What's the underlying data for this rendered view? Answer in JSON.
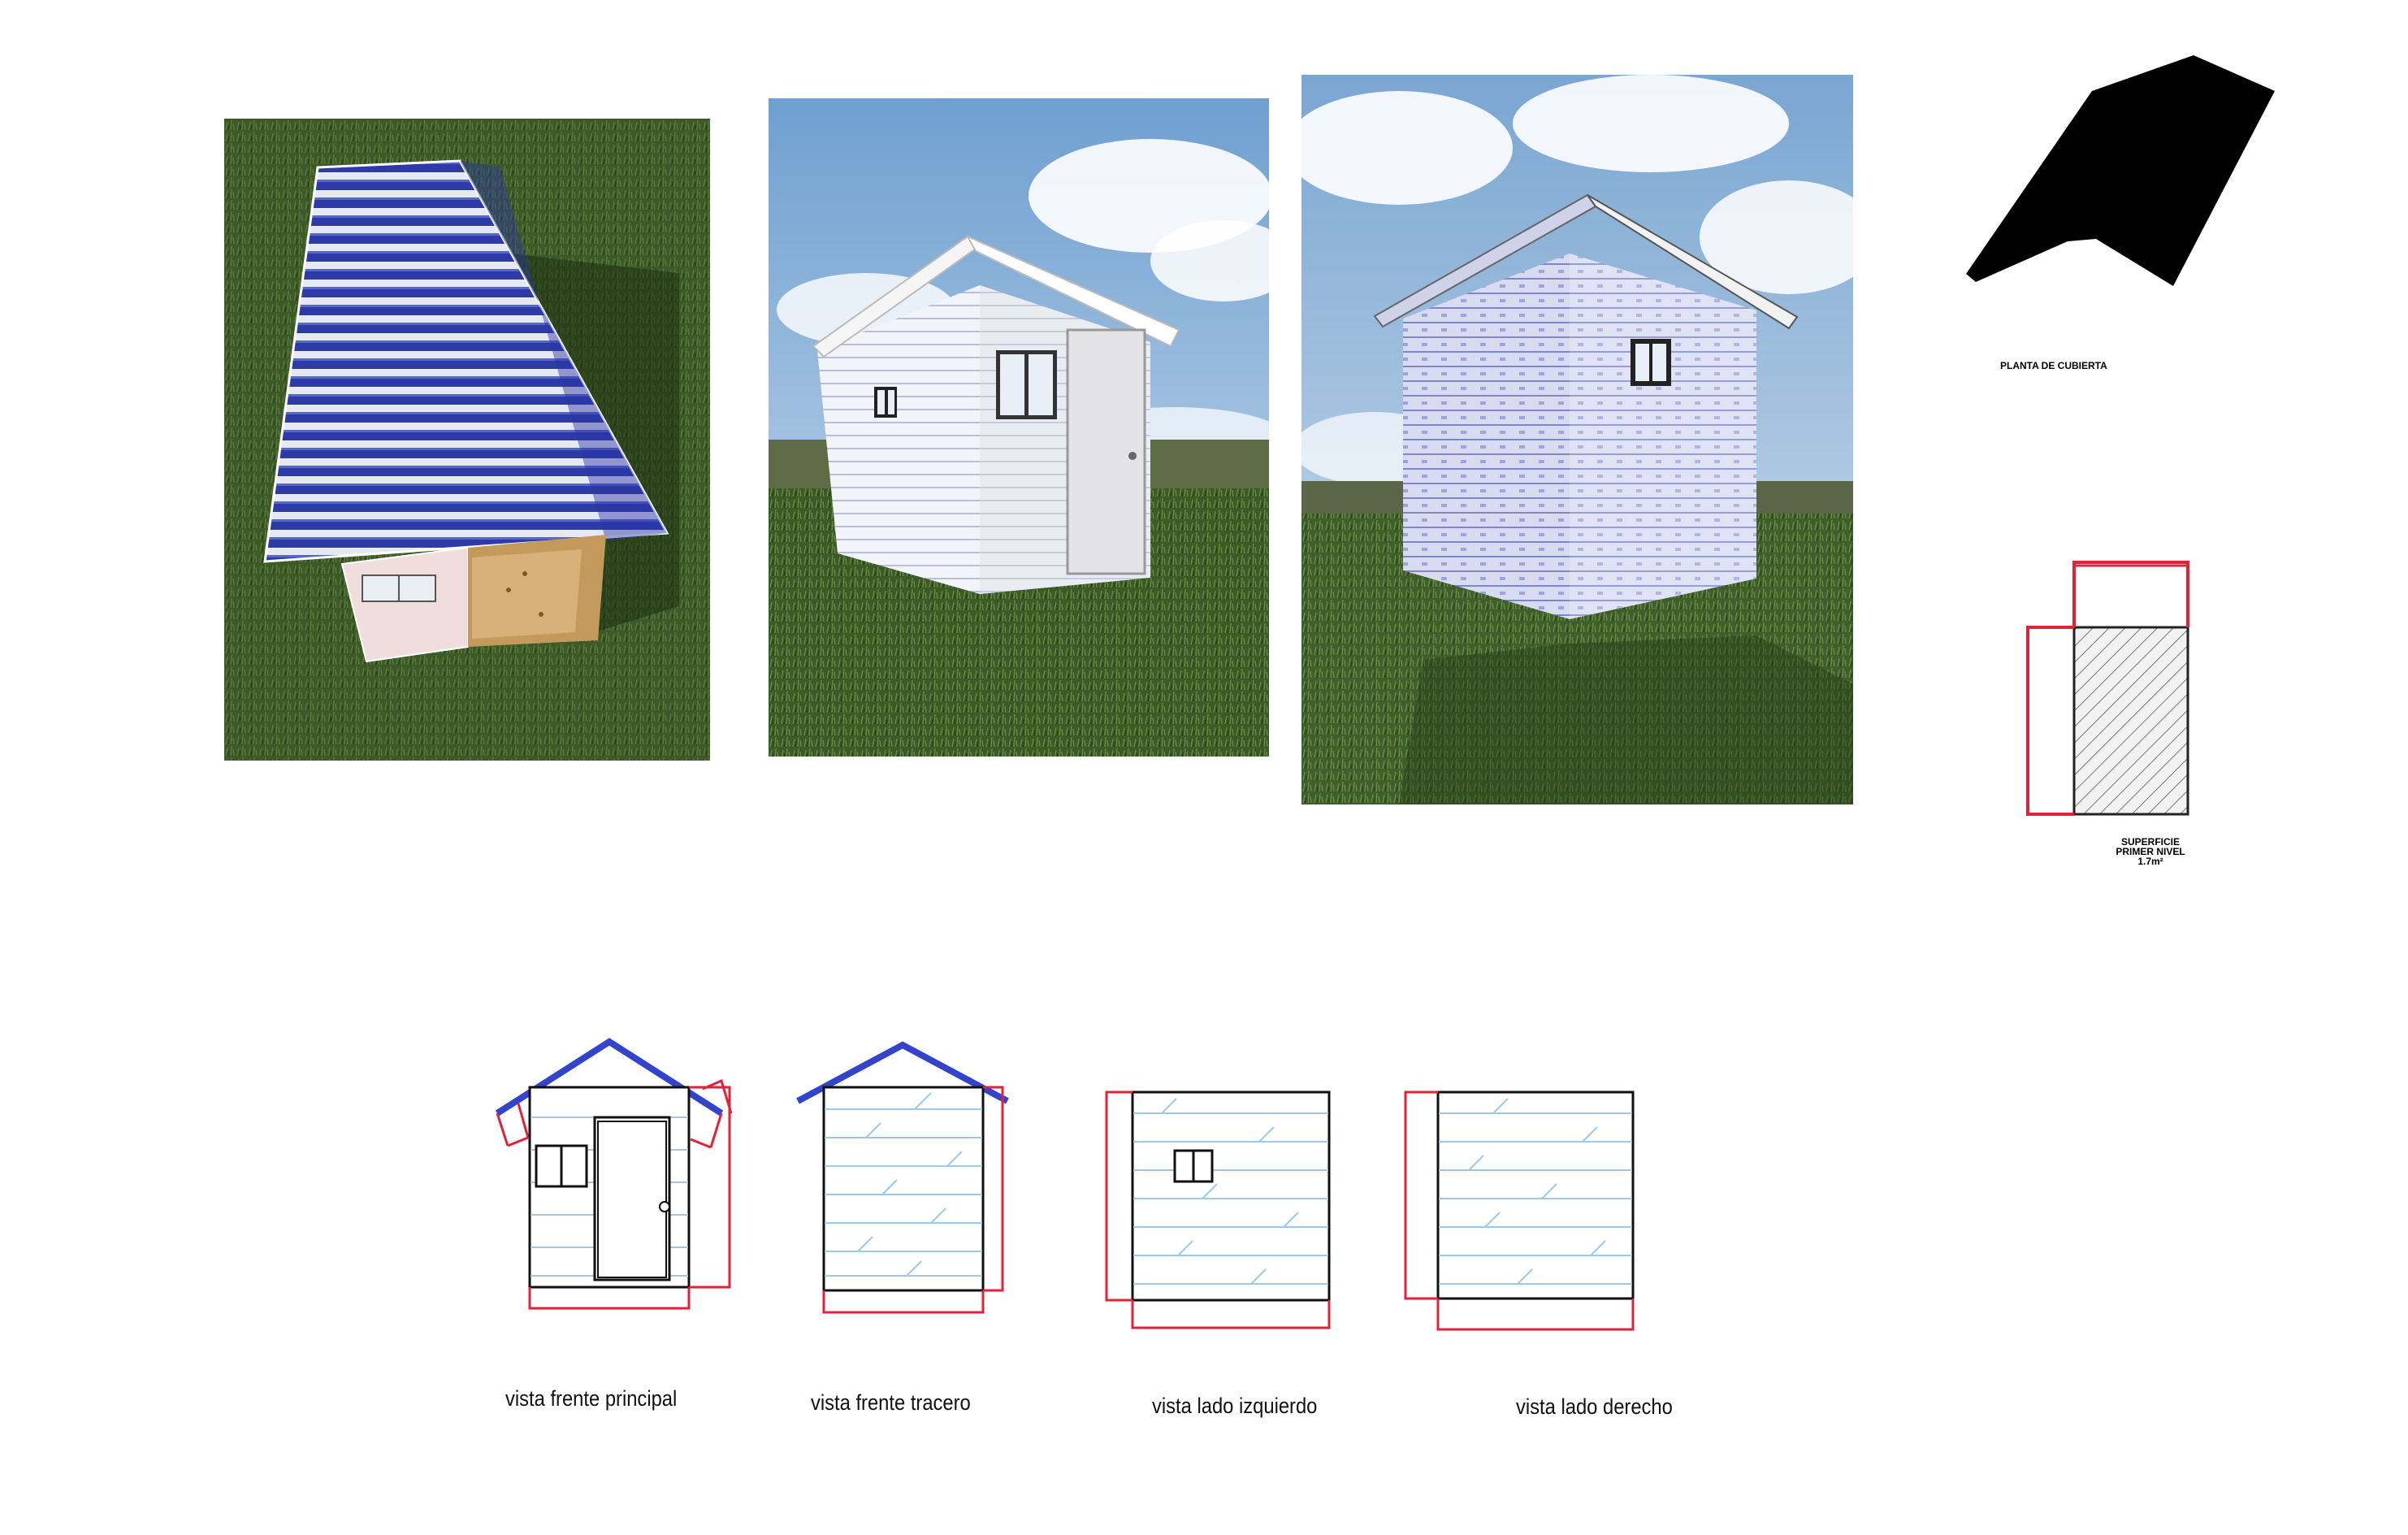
{
  "colors": {
    "grass": "#3d5a2a",
    "sky": "#8fb7dc",
    "roof_blue": "#3344cc",
    "dimension_red": "#e0223a",
    "siding_line": "#9ec8ea",
    "outline": "#111111",
    "black_roof": "#000000"
  },
  "renders": [
    {
      "view": "aerial-roof-render"
    },
    {
      "view": "front-door-render"
    },
    {
      "view": "rear-corner-render"
    }
  ],
  "roof_plan": {
    "label": "PLANTA DE CUBIERTA"
  },
  "floor_area": {
    "label_line1": "SUPERFICIE",
    "label_line2": "PRIMER NIVEL",
    "label_line3": "1.7m²"
  },
  "elevations": [
    {
      "key": "front",
      "label": "vista frente principal"
    },
    {
      "key": "rear",
      "label": "vista frente tracero"
    },
    {
      "key": "left",
      "label": "vista lado izquierdo"
    },
    {
      "key": "right",
      "label": "vista lado derecho"
    }
  ]
}
